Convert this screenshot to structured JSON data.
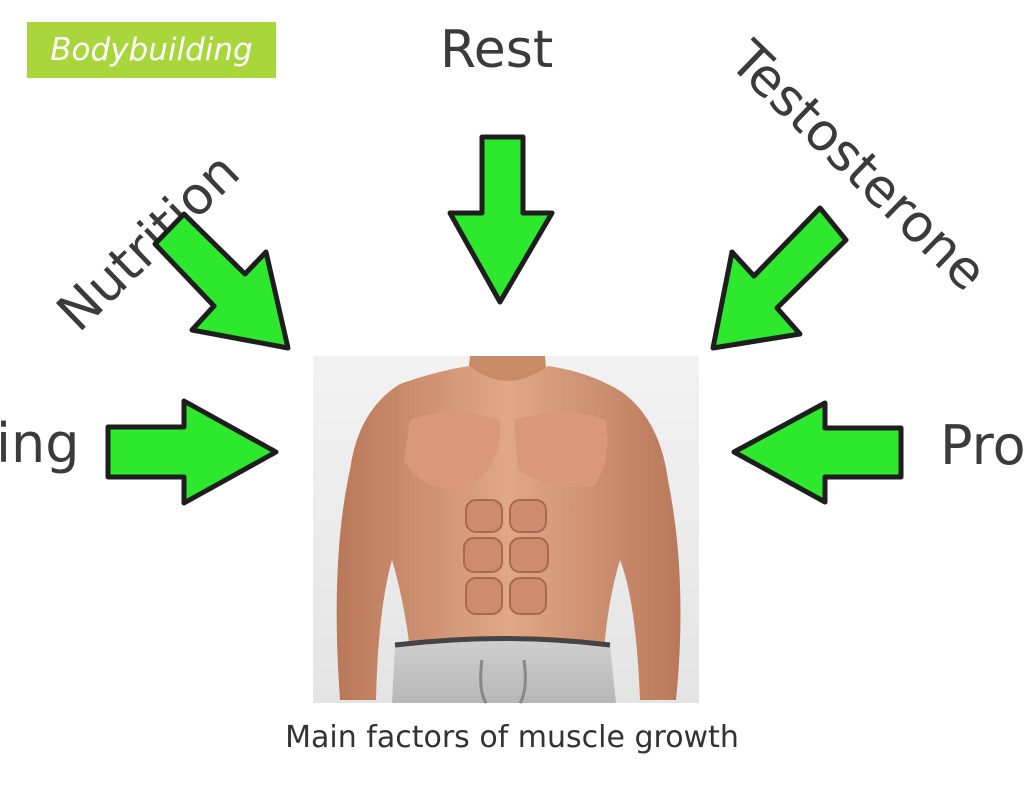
{
  "badge": {
    "label": "Bodybuilding",
    "color": "#a9d63a"
  },
  "factors": {
    "top": "Rest",
    "top_left": "Nutrition",
    "top_right": "Testosterone",
    "left": "ing",
    "right": "Pro"
  },
  "arrow_color": "#2ee82e",
  "caption": "Main factors of muscle growth",
  "image": {
    "subject": "muscular-male-torso"
  }
}
